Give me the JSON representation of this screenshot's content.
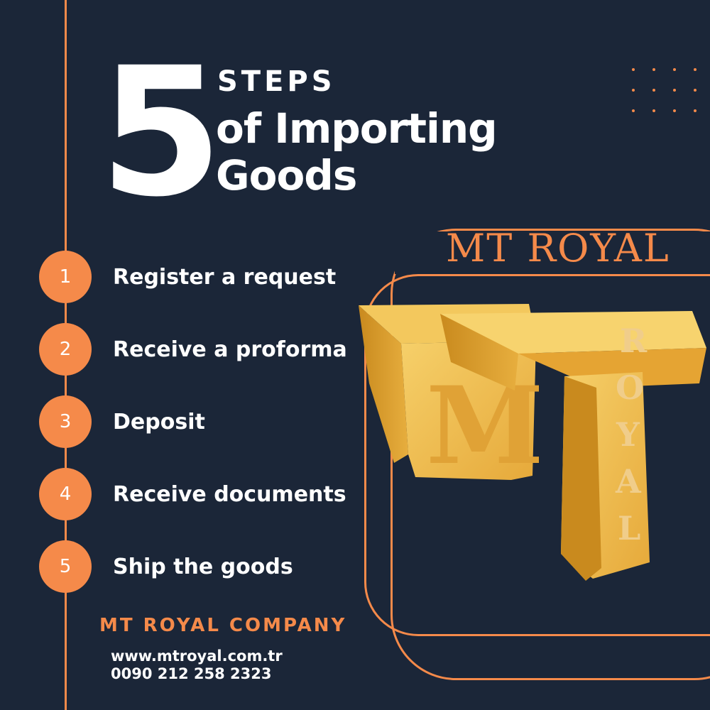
{
  "header": {
    "big_number": "5",
    "kicker": "STEPS",
    "title_line1": "of Importing",
    "title_line2": "Goods"
  },
  "steps": [
    {
      "number": "1",
      "label": "Register a request"
    },
    {
      "number": "2",
      "label": "Receive a proforma"
    },
    {
      "number": "3",
      "label": "Deposit"
    },
    {
      "number": "4",
      "label": "Receive documents"
    },
    {
      "number": "5",
      "label": "Ship the goods"
    }
  ],
  "footer": {
    "company": "MT ROYAL COMPANY",
    "website": "www.mtroyal.com.tr",
    "phone": "0090 212 258 2323"
  },
  "brand": {
    "name": "MT ROYAL",
    "logo_letters": "MT",
    "logo_vertical_text": "ROYAL"
  },
  "colors": {
    "background": "#1b2638",
    "accent": "#f58a4a",
    "text": "#ffffff",
    "logo_gold": "#f2c457"
  }
}
